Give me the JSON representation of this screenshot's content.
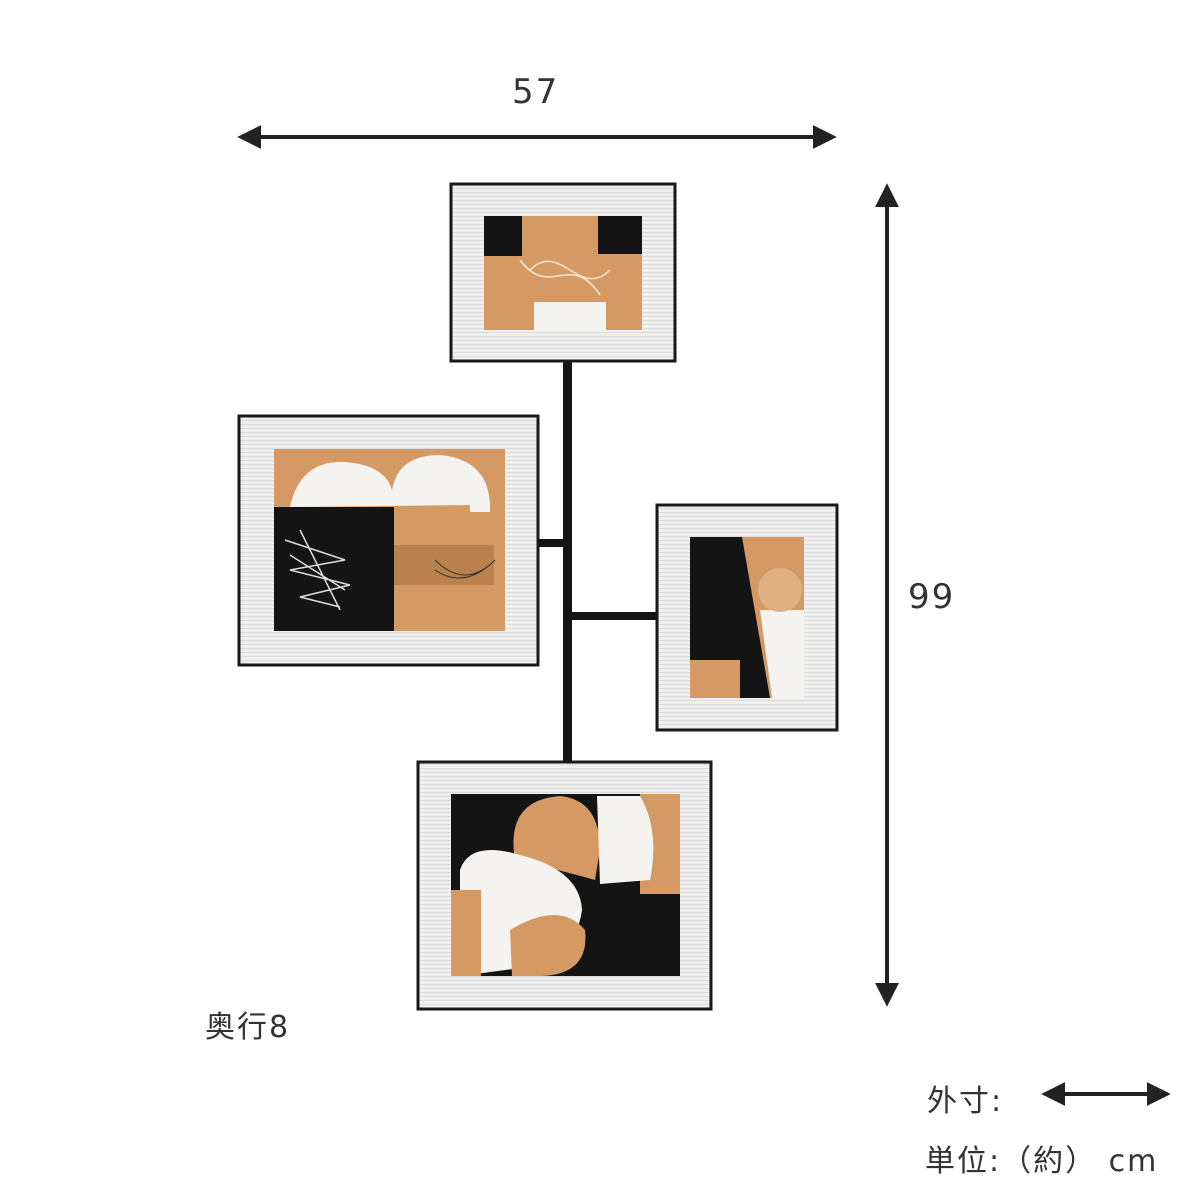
{
  "dimensions": {
    "width_label": "57",
    "height_label": "99",
    "depth_label": "奥行8"
  },
  "legend": {
    "outer_label": "外寸:",
    "unit_label": "単位:（約） cm"
  },
  "colors": {
    "frame": "#1a1a1a",
    "mat": "#ececec",
    "kraft": "#d59a63",
    "black": "#141414",
    "white": "#f5f3ef",
    "arrow": "#222222"
  }
}
